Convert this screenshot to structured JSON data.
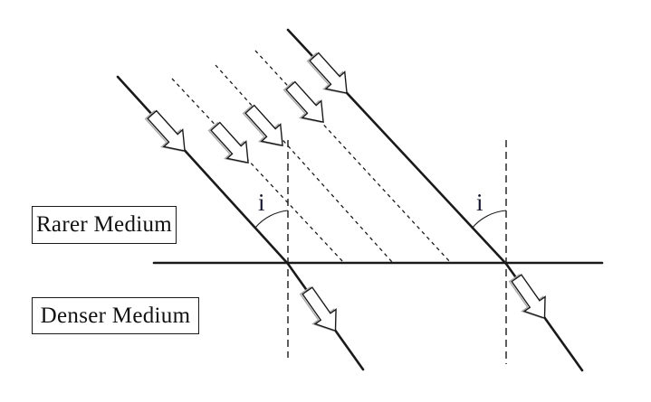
{
  "title": "Refraction of a plane wave passing from a rarer medium into a denser medium",
  "colors": {
    "background": "#ffffff",
    "line": "#1a1a1a",
    "label_text": "#111111",
    "angle_text": "#16162e",
    "arrow_fill": "#ffffff",
    "arrow_shadow": "#aaaaaa"
  },
  "labels": {
    "rarer_medium": "Rarer Medium",
    "denser_medium": "Denser Medium",
    "angle_left": "i",
    "angle_right": "i"
  },
  "elements": {
    "incident_solid_rays": 2,
    "intermediate_dashed_rays": 3,
    "normals_dashed": 2,
    "refracted_rays": 2,
    "direction_arrows": 7,
    "angle_arcs": 2
  }
}
